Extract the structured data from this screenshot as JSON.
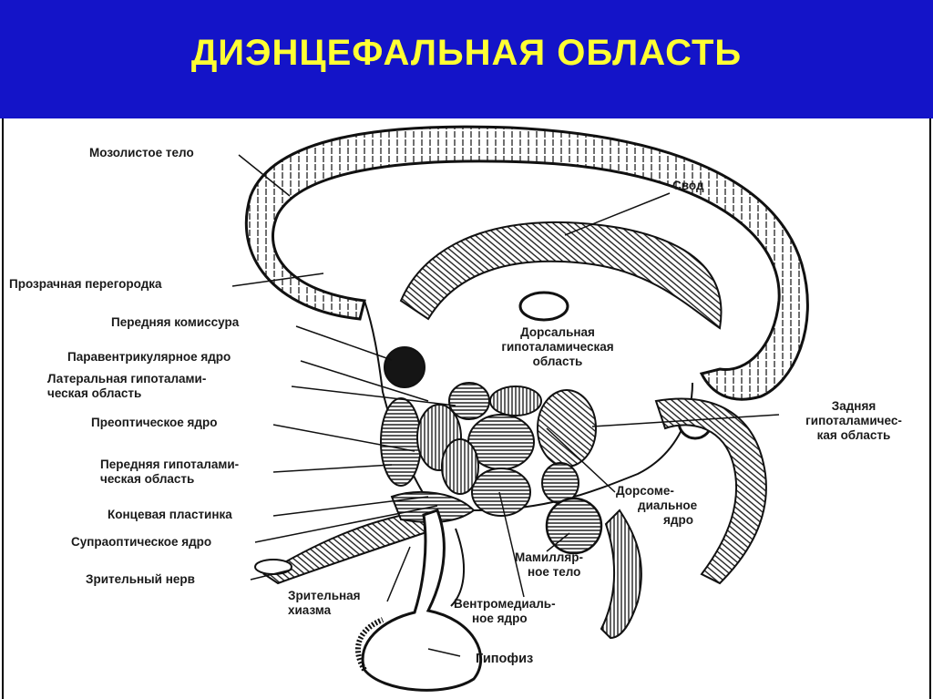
{
  "title": "ДИЭНЦЕФАЛЬНАЯ ОБЛАСТЬ",
  "colors": {
    "header_bg": "#1414c8",
    "title": "#ffff33",
    "ink": "#1a1a1a"
  },
  "labels": {
    "corpus_callosum": "Мозолистое тело",
    "fornix": "Свод",
    "septum": "Прозрачная перегородка",
    "anterior_commissure": "Передняя комиссура",
    "dorsal_hypo": [
      "Дорсальная",
      "гипоталамическая",
      "область"
    ],
    "paraventricular": "Паравентрикулярное ядро",
    "lateral_hypo": [
      "Латеральная гипоталами-",
      "ческая область"
    ],
    "posterior_hypo": [
      "Задняя",
      "гипоталамичес-",
      "кая область"
    ],
    "preoptic": "Преоптическое ядро",
    "anterior_hypo": [
      "Передняя гипоталами-",
      "ческая область"
    ],
    "dorsomedial": [
      "Дорсоме-",
      "диальное",
      "ядро"
    ],
    "lamina_terminalis": "Концевая пластинка",
    "supraoptic": "Супраоптическое ядро",
    "mammillary": [
      "Мамилляр-",
      "ное тело"
    ],
    "optic_nerve": "Зрительный нерв",
    "optic_chiasm": [
      "Зрительная",
      "хиазма"
    ],
    "ventromedial": [
      "Вентромедиаль-",
      "ное ядро"
    ],
    "pituitary": "Гипофиз"
  }
}
